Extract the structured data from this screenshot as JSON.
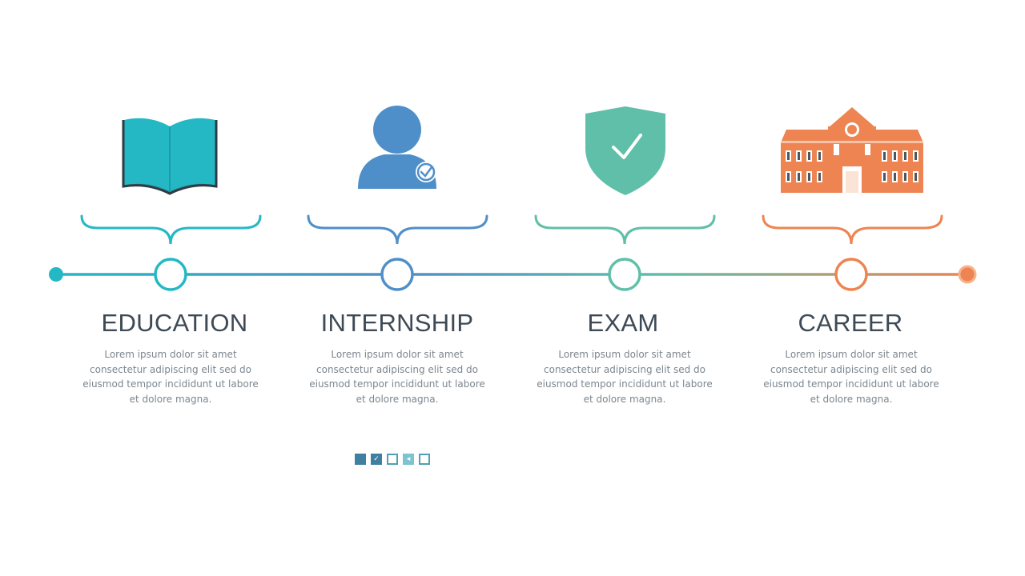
{
  "colors": {
    "teal": "#24b8c4",
    "blue": "#4f8fc9",
    "green": "#5fbfa8",
    "orange": "#ee8451",
    "dark": "#2f3a44",
    "text": "#3d4a55",
    "muted": "#7c868e"
  },
  "steps": [
    {
      "title": "EDUCATION",
      "icon": "open-book-icon",
      "color": "#24b8c4",
      "text": "Lorem ipsum dolor sit amet consectetur adipiscing elit sed do eiusmod tempor incididunt ut labore et dolore magna."
    },
    {
      "title": "INTERNSHIP",
      "icon": "user-check-icon",
      "color": "#4f8fc9",
      "text": "Lorem ipsum dolor sit amet consectetur adipiscing elit sed do eiusmod tempor incididunt ut labore et dolore magna."
    },
    {
      "title": "EXAM",
      "icon": "shield-check-icon",
      "color": "#5fbfa8",
      "text": "Lorem ipsum dolor sit amet consectetur adipiscing elit sed do eiusmod tempor incididunt ut labore et dolore magna."
    },
    {
      "title": "CAREER",
      "icon": "school-building-icon",
      "color": "#ee8451",
      "text": "Lorem ipsum dolor sit amet consectetur adipiscing elit sed do eiusmod tempor incididunt ut labore et dolore magna."
    }
  ],
  "pager": {
    "current": 2,
    "items": [
      "pager-dot-1",
      "pager-dot-2",
      "pager-dot-3",
      "pager-dot-4",
      "pager-dot-5"
    ],
    "check": "✓",
    "arrow": "◂"
  }
}
